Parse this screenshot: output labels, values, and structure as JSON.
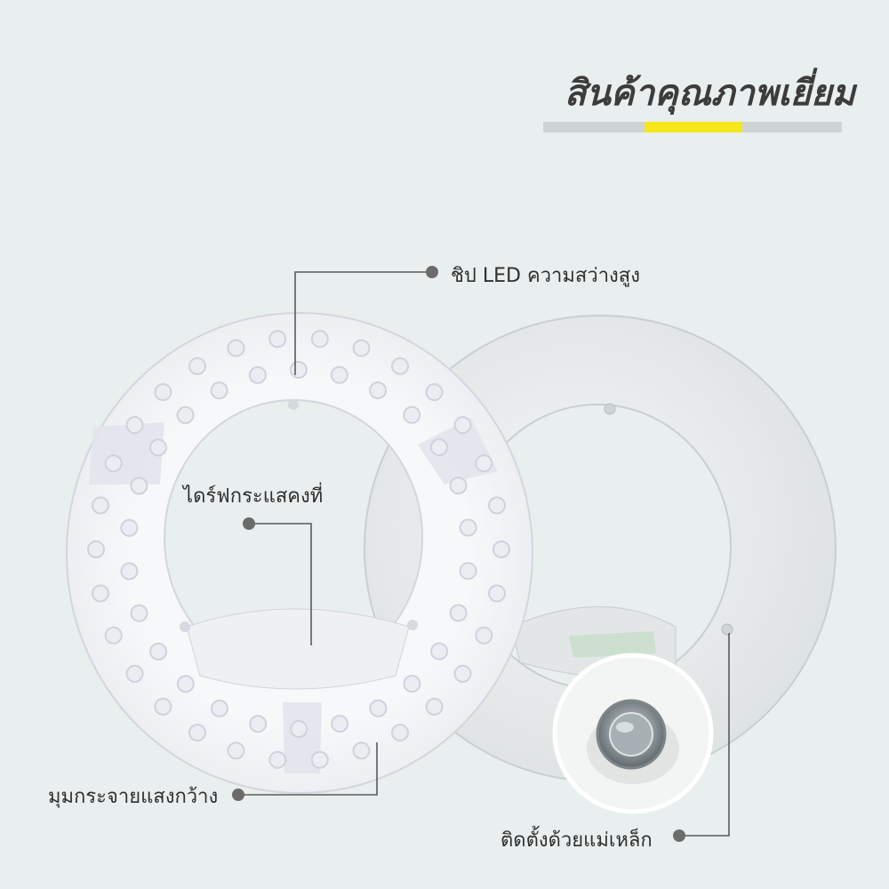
{
  "title": "สินค้าคุณภาพเยี่ยม",
  "labels": {
    "led_chip": "ชิป LED ความสว่างสูง",
    "driver": "ไดร์ฟกระแสคงที่",
    "wide_angle": "มุมกระจายแสงกว้าง",
    "magnet_mount": "ติดตั้งด้วยแม่เหล็ก"
  },
  "colors": {
    "background": "#e9eeee",
    "accent": "#f6e71c",
    "underline": "#cfd3d3",
    "callout": "#5a5a5a"
  }
}
